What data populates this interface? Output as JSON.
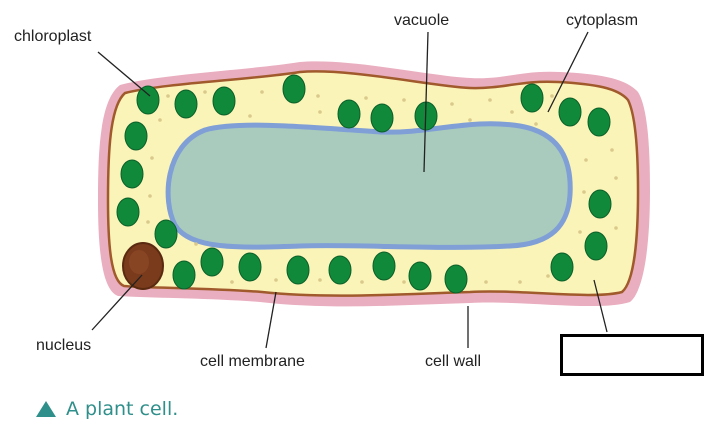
{
  "labels": {
    "chloroplast": "chloroplast",
    "vacuole": "vacuole",
    "cytoplasm": "cytoplasm",
    "nucleus": "nucleus",
    "cell_membrane": "cell membrane",
    "cell_wall": "cell wall",
    "blank": ""
  },
  "caption": {
    "icon": "triangle-up-icon",
    "text": "A plant cell."
  },
  "colors": {
    "cell_wall": "#e9aebf",
    "cell_membrane": "#a05a2c",
    "cytoplasm": "#fbf4b8",
    "vacuole": "#a9cbbd",
    "vacuole_edge": "#7f9fd6",
    "chloroplast": "#108a3a",
    "nucleus": "#7a3a1c",
    "caption": "#2f8f8a"
  }
}
